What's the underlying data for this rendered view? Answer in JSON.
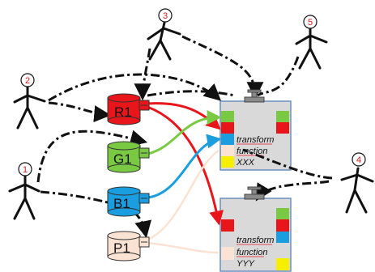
{
  "actors": [
    {
      "id": "actor-1",
      "number": "1"
    },
    {
      "id": "actor-2",
      "number": "2"
    },
    {
      "id": "actor-3",
      "number": "3"
    },
    {
      "id": "actor-4",
      "number": "4"
    },
    {
      "id": "actor-5",
      "number": "5"
    }
  ],
  "stores": [
    {
      "id": "r1",
      "label": "R1",
      "color": "#e8161a"
    },
    {
      "id": "g1",
      "label": "G1",
      "color": "#7ac943"
    },
    {
      "id": "b1",
      "label": "B1",
      "color": "#1a9ee0"
    },
    {
      "id": "p1",
      "label": "P1",
      "color": "#fbe3d3"
    }
  ],
  "functions": [
    {
      "id": "f1",
      "line1": "transform",
      "line2": "function",
      "line3": "XXX"
    },
    {
      "id": "f2",
      "line1": "transform",
      "line2": "function",
      "line3": "YYY"
    }
  ],
  "colors": {
    "red": "#e8161a",
    "green": "#7ac943",
    "blue": "#1a9ee0",
    "peach": "#fbe3d3",
    "yellow": "#f6f000",
    "box_fill": "#d9d9d9",
    "box_border": "#6c8ebf",
    "number_red": "#e01818",
    "valve_gray": "#8a8a8a"
  },
  "icons": [
    "stick-figure-icon",
    "cylinder-icon",
    "valve-icon"
  ]
}
